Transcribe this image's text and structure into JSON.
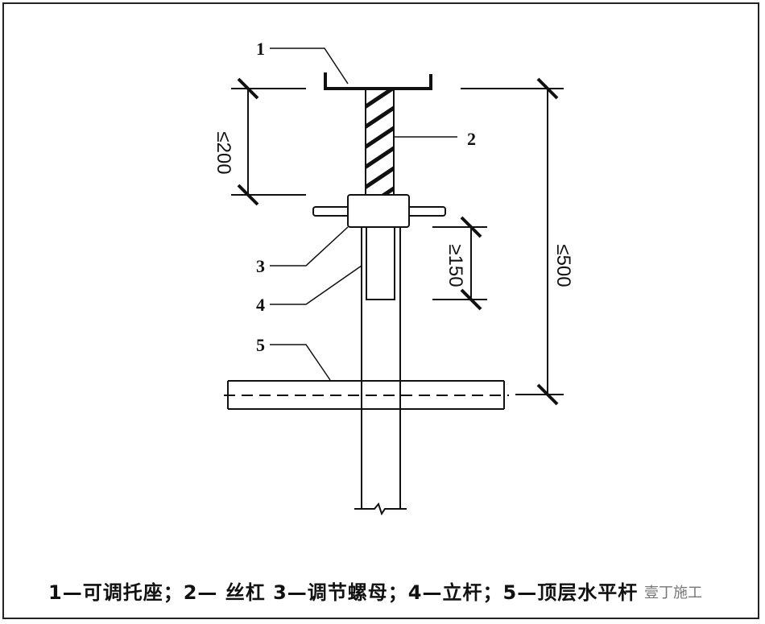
{
  "diagram": {
    "part_labels": [
      "1",
      "2",
      "3",
      "4",
      "5"
    ],
    "dimensions": {
      "top_screw": "≤200",
      "overall": "≤500",
      "insertion": "≥150"
    },
    "caption": "1—可调托座；2— 丝杠 3—调节螺母；4—立杆；5—顶层水平杆",
    "watermark": "壹丁施工"
  }
}
